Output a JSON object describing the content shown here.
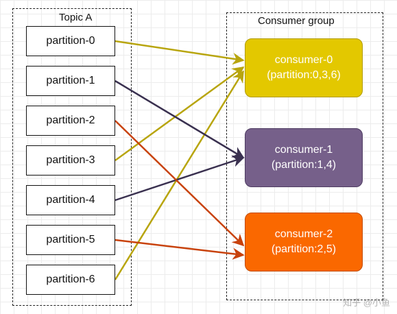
{
  "topic": {
    "title": "Topic A"
  },
  "group": {
    "title": "Consumer group"
  },
  "partitions": [
    "partition-0",
    "partition-1",
    "partition-2",
    "partition-3",
    "partition-4",
    "partition-5",
    "partition-6"
  ],
  "consumers": [
    {
      "name": "consumer-0",
      "assignment": "(partition:0,3,6)",
      "color": "#e3c800"
    },
    {
      "name": "consumer-1",
      "assignment": "(partition:1,4)",
      "color": "#76608a"
    },
    {
      "name": "consumer-2",
      "assignment": "(partition:2,5)",
      "color": "#fa6800"
    }
  ],
  "edge_colors": {
    "consumer-0": "#b8a50e",
    "consumer-1": "#3a3150",
    "consumer-2": "#c8420c"
  },
  "watermark": "知乎 @小鱼"
}
